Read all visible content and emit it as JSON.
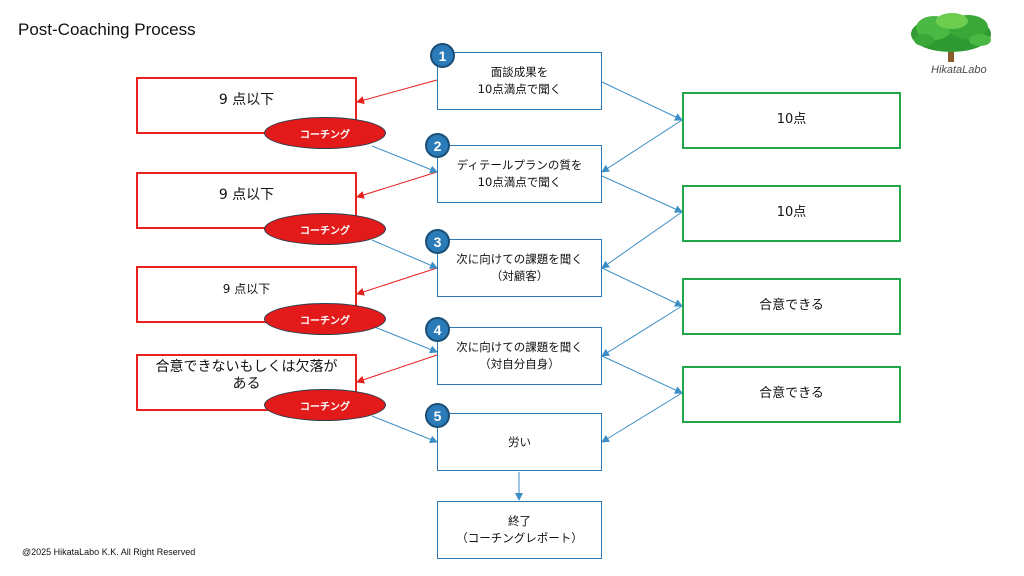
{
  "title": "Post-Coaching Process",
  "copyright": "@2025 HikataLabo K.K. All Right Reserved",
  "logo": {
    "text": "HikataLabo",
    "icon": "tree-icon"
  },
  "colors": {
    "blue": "#2e79b5",
    "red": "#e8201e",
    "green": "#22a64a",
    "oval": "#e21a1a"
  },
  "steps": [
    {
      "number": "1",
      "line1": "面談成果を",
      "line2": "10点満点で聞く"
    },
    {
      "number": "2",
      "line1": "ディテールプランの質を",
      "line2": "10点満点で聞く"
    },
    {
      "number": "3",
      "line1": "次に向けての課題を聞く",
      "line2": "（対顧客）"
    },
    {
      "number": "4",
      "line1": "次に向けての課題を聞く",
      "line2": "（対自分自身）"
    },
    {
      "number": "5",
      "line1": "労い",
      "line2": ""
    }
  ],
  "end": {
    "line1": "終了",
    "line2": "（コーチングレポート）"
  },
  "negatives": [
    {
      "line1": "9 点以下",
      "line2": ""
    },
    {
      "line1": "9 点以下",
      "line2": ""
    },
    {
      "line1": "9 点以下",
      "line2": ""
    },
    {
      "line1": "合意できないもしくは欠落が",
      "line2": "ある"
    }
  ],
  "positives": [
    "10点",
    "10点",
    "合意できる",
    "合意できる"
  ],
  "coaching_label": "コーチング"
}
